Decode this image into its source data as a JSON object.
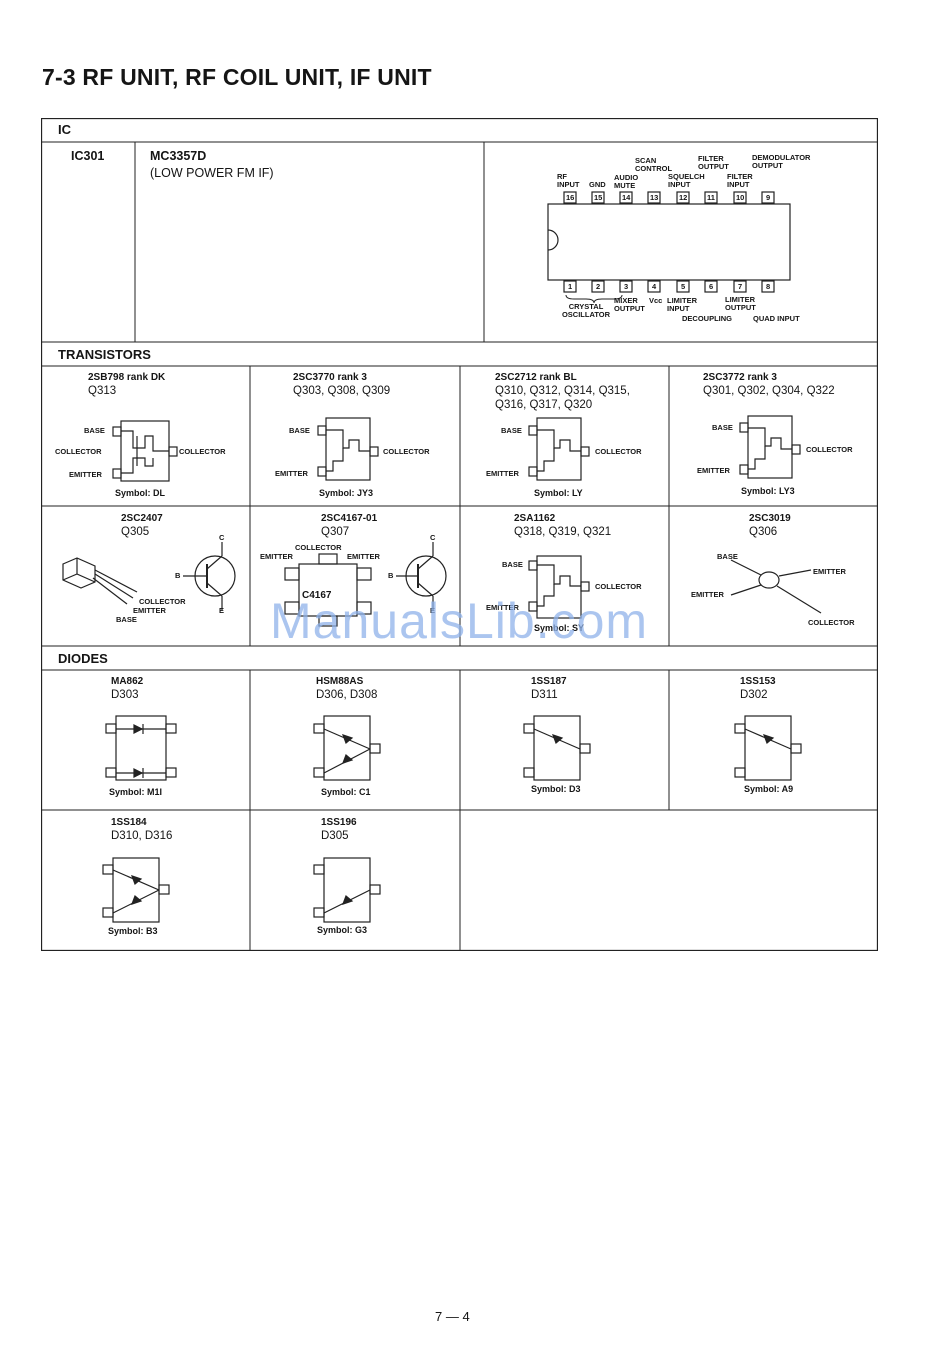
{
  "title": "7-3   RF UNIT, RF COIL UNIT, IF UNIT",
  "sections": {
    "ic": "IC",
    "transistors": "TRANSISTORS",
    "diodes": "DIODES"
  },
  "ic": {
    "ref": "IC301",
    "part": "MC3357D",
    "desc": "(LOW POWER FM IF)",
    "pins_top": [
      "16",
      "15",
      "14",
      "13",
      "12",
      "11",
      "10",
      "9"
    ],
    "pins_bottom": [
      "1",
      "2",
      "3",
      "4",
      "5",
      "6",
      "7",
      "8"
    ],
    "labels": {
      "scan_control": "SCAN CONTROL",
      "filter_output": "FILTER OUTPUT",
      "demod_output": "DEMODULATOR OUTPUT",
      "rf_input": "RF INPUT",
      "gnd": "GND",
      "audio_mute": "AUDIO MUTE",
      "squelch_input": "SQUELCH INPUT",
      "filter_input": "FILTER INPUT",
      "crystal_osc": "CRYSTAL OSCILLATOR",
      "mixer_output": "MIXER OUTPUT",
      "vcc": "Vcc",
      "limiter_input": "LIMITER INPUT",
      "limiter_output": "LIMITER OUTPUT",
      "decoupling": "DECOUPLING",
      "quad_input": "QUAD INPUT"
    }
  },
  "transistors": [
    {
      "part": "2SB798 rank DK",
      "refs": "Q313",
      "symbol": "Symbol: DL"
    },
    {
      "part": "2SC3770 rank 3",
      "refs": "Q303, Q308, Q309",
      "symbol": "Symbol: JY3"
    },
    {
      "part": "2SC2712 rank BL",
      "refs": "Q310, Q312, Q314, Q315,",
      "refs2": "Q316, Q317, Q320",
      "symbol": "Symbol: LY"
    },
    {
      "part": "2SC3772 rank 3",
      "refs": "Q301, Q302, Q304, Q322",
      "symbol": "Symbol: LY3"
    },
    {
      "part": "2SC2407",
      "refs": "Q305"
    },
    {
      "part": "2SC4167-01",
      "refs": "Q307",
      "marking": "C4167"
    },
    {
      "part": "2SA1162",
      "refs": "Q318, Q319, Q321",
      "symbol": "Symbol: SY"
    },
    {
      "part": "2SC3019",
      "refs": "Q306"
    }
  ],
  "pin_labels": {
    "base": "BASE",
    "collector": "COLLECTOR",
    "emitter": "EMITTER",
    "b": "B",
    "c": "C",
    "e": "E"
  },
  "diodes": [
    {
      "part": "MA862",
      "refs": "D303",
      "symbol": "Symbol: M1I"
    },
    {
      "part": "HSM88AS",
      "refs": "D306, D308",
      "symbol": "Symbol: C1"
    },
    {
      "part": "1SS187",
      "refs": "D311",
      "symbol": "Symbol: D3"
    },
    {
      "part": "1SS153",
      "refs": "D302",
      "symbol": "Symbol: A9"
    },
    {
      "part": "1SS184",
      "refs": "D310, D316",
      "symbol": "Symbol: B3"
    },
    {
      "part": "1SS196",
      "refs": "D305",
      "symbol": "Symbol: G3"
    }
  ],
  "watermark": "ManualsLib.com",
  "page_number": "7 — 4"
}
